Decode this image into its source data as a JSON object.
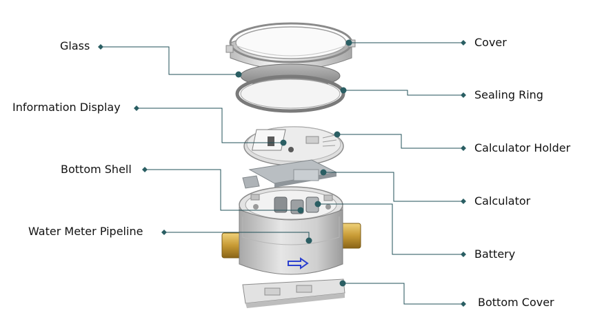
{
  "labels": {
    "glass": "Glass",
    "information_display": "Information Display",
    "bottom_shell": "Bottom Shell",
    "water_meter_pipeline": "Water Meter Pipeline",
    "cover": "Cover",
    "sealing_ring": "Sealing Ring",
    "calculator_holder": "Calculator Holder",
    "calculator": "Calculator",
    "battery": "Battery",
    "bottom_cover": "Bottom Cover"
  },
  "colors": {
    "leader_line": "#1f4f57",
    "leader_dot": "#2a5e63",
    "metal_light": "#e9e9e9",
    "metal_dark": "#9a9a9a",
    "brass": "#c79a35",
    "glass": "#8f8f8f",
    "arrow": "#2a3fd0"
  }
}
